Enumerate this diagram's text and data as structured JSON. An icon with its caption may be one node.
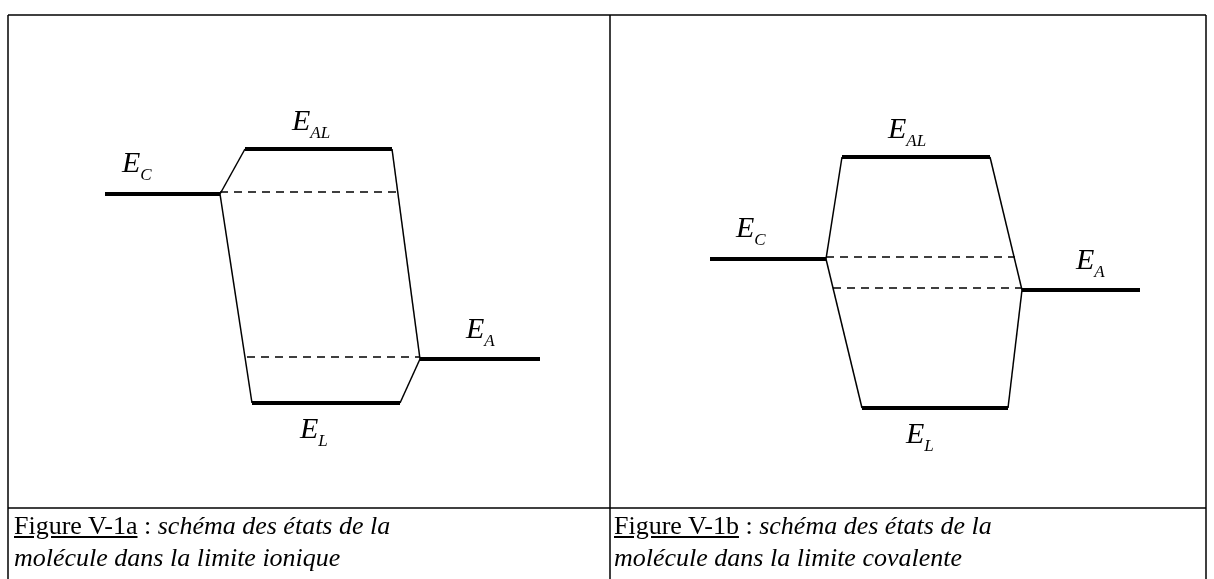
{
  "diagram": {
    "nodes": [
      {
        "text": [],
        "shape": "bar",
        "beside": [
          "E$_{AL}$"
        ]
      },
      {
        "text": [],
        "shape": "bar",
        "beside": [
          "E$_{C}$"
        ]
      },
      {
        "text": [],
        "shape": "bar",
        "beside": [
          "E$_{A}$"
        ]
      },
      {
        "text": [],
        "shape": "bar",
        "beside": [
          "E$_{L}$"
        ]
      },
      {
        "text": [],
        "shape": "bar",
        "beside": [
          "E$_{AL}$"
        ]
      },
      {
        "text": [],
        "shape": "bar",
        "beside": [
          "E$_{C}$"
        ]
      },
      {
        "text": [],
        "shape": "bar",
        "beside": [
          "E$_{A}$"
        ]
      },
      {
        "text": [],
        "shape": "bar",
        "beside": [
          "E$_{L}$"
        ]
      }
    ],
    "edges": [
      {
        "from": 1,
        "to": 0,
        "arrow": "none"
      },
      {
        "from": 1,
        "to": 3,
        "arrow": "none"
      },
      {
        "from": 0,
        "to": 2,
        "arrow": "none"
      },
      {
        "from": 3,
        "to": 2,
        "arrow": "none"
      },
      {
        "from": 5,
        "to": 4,
        "arrow": "none"
      },
      {
        "from": 5,
        "to": 7,
        "arrow": "none"
      },
      {
        "from": 4,
        "to": 6,
        "arrow": "none"
      },
      {
        "from": 7,
        "to": 6,
        "arrow": "none"
      }
    ],
    "labels": [
      "Figure V-1a : *schéma des états de la molécule dans la limite ionique*",
      "Figure V-1b : *schéma des états de la molécule dans la limite covalente*"
    ]
  }
}
